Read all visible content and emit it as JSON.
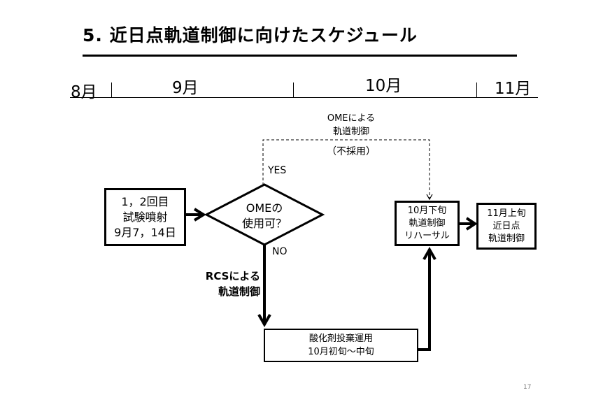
{
  "title": "5.  近日点軌道制御に向けたスケジュール",
  "timeline": {
    "months": [
      "8月",
      "9月",
      "10月",
      "11月"
    ]
  },
  "boxes": {
    "firm_burn": [
      "1，2回目",
      "試験噴射",
      "9月7，14日"
    ],
    "decision": [
      "OMEの",
      "使用可？"
    ],
    "oxidizer": [
      "酸化剤投棄運用",
      "10月初旬～中旬"
    ],
    "rehearsal": [
      "10月下旬",
      "軌道制御",
      "リハーサル"
    ],
    "perihelion": [
      "11月上旬",
      "近日点",
      "軌道制御"
    ]
  },
  "labels": {
    "ome_line1": "OMEによる",
    "ome_line2": "軌道制御",
    "ome_not_adopted": "（不採用）",
    "yes": "YES",
    "no": "NO",
    "rcs_line1": "RCSによる",
    "rcs_line2": "軌道制御"
  },
  "page_number": "17"
}
